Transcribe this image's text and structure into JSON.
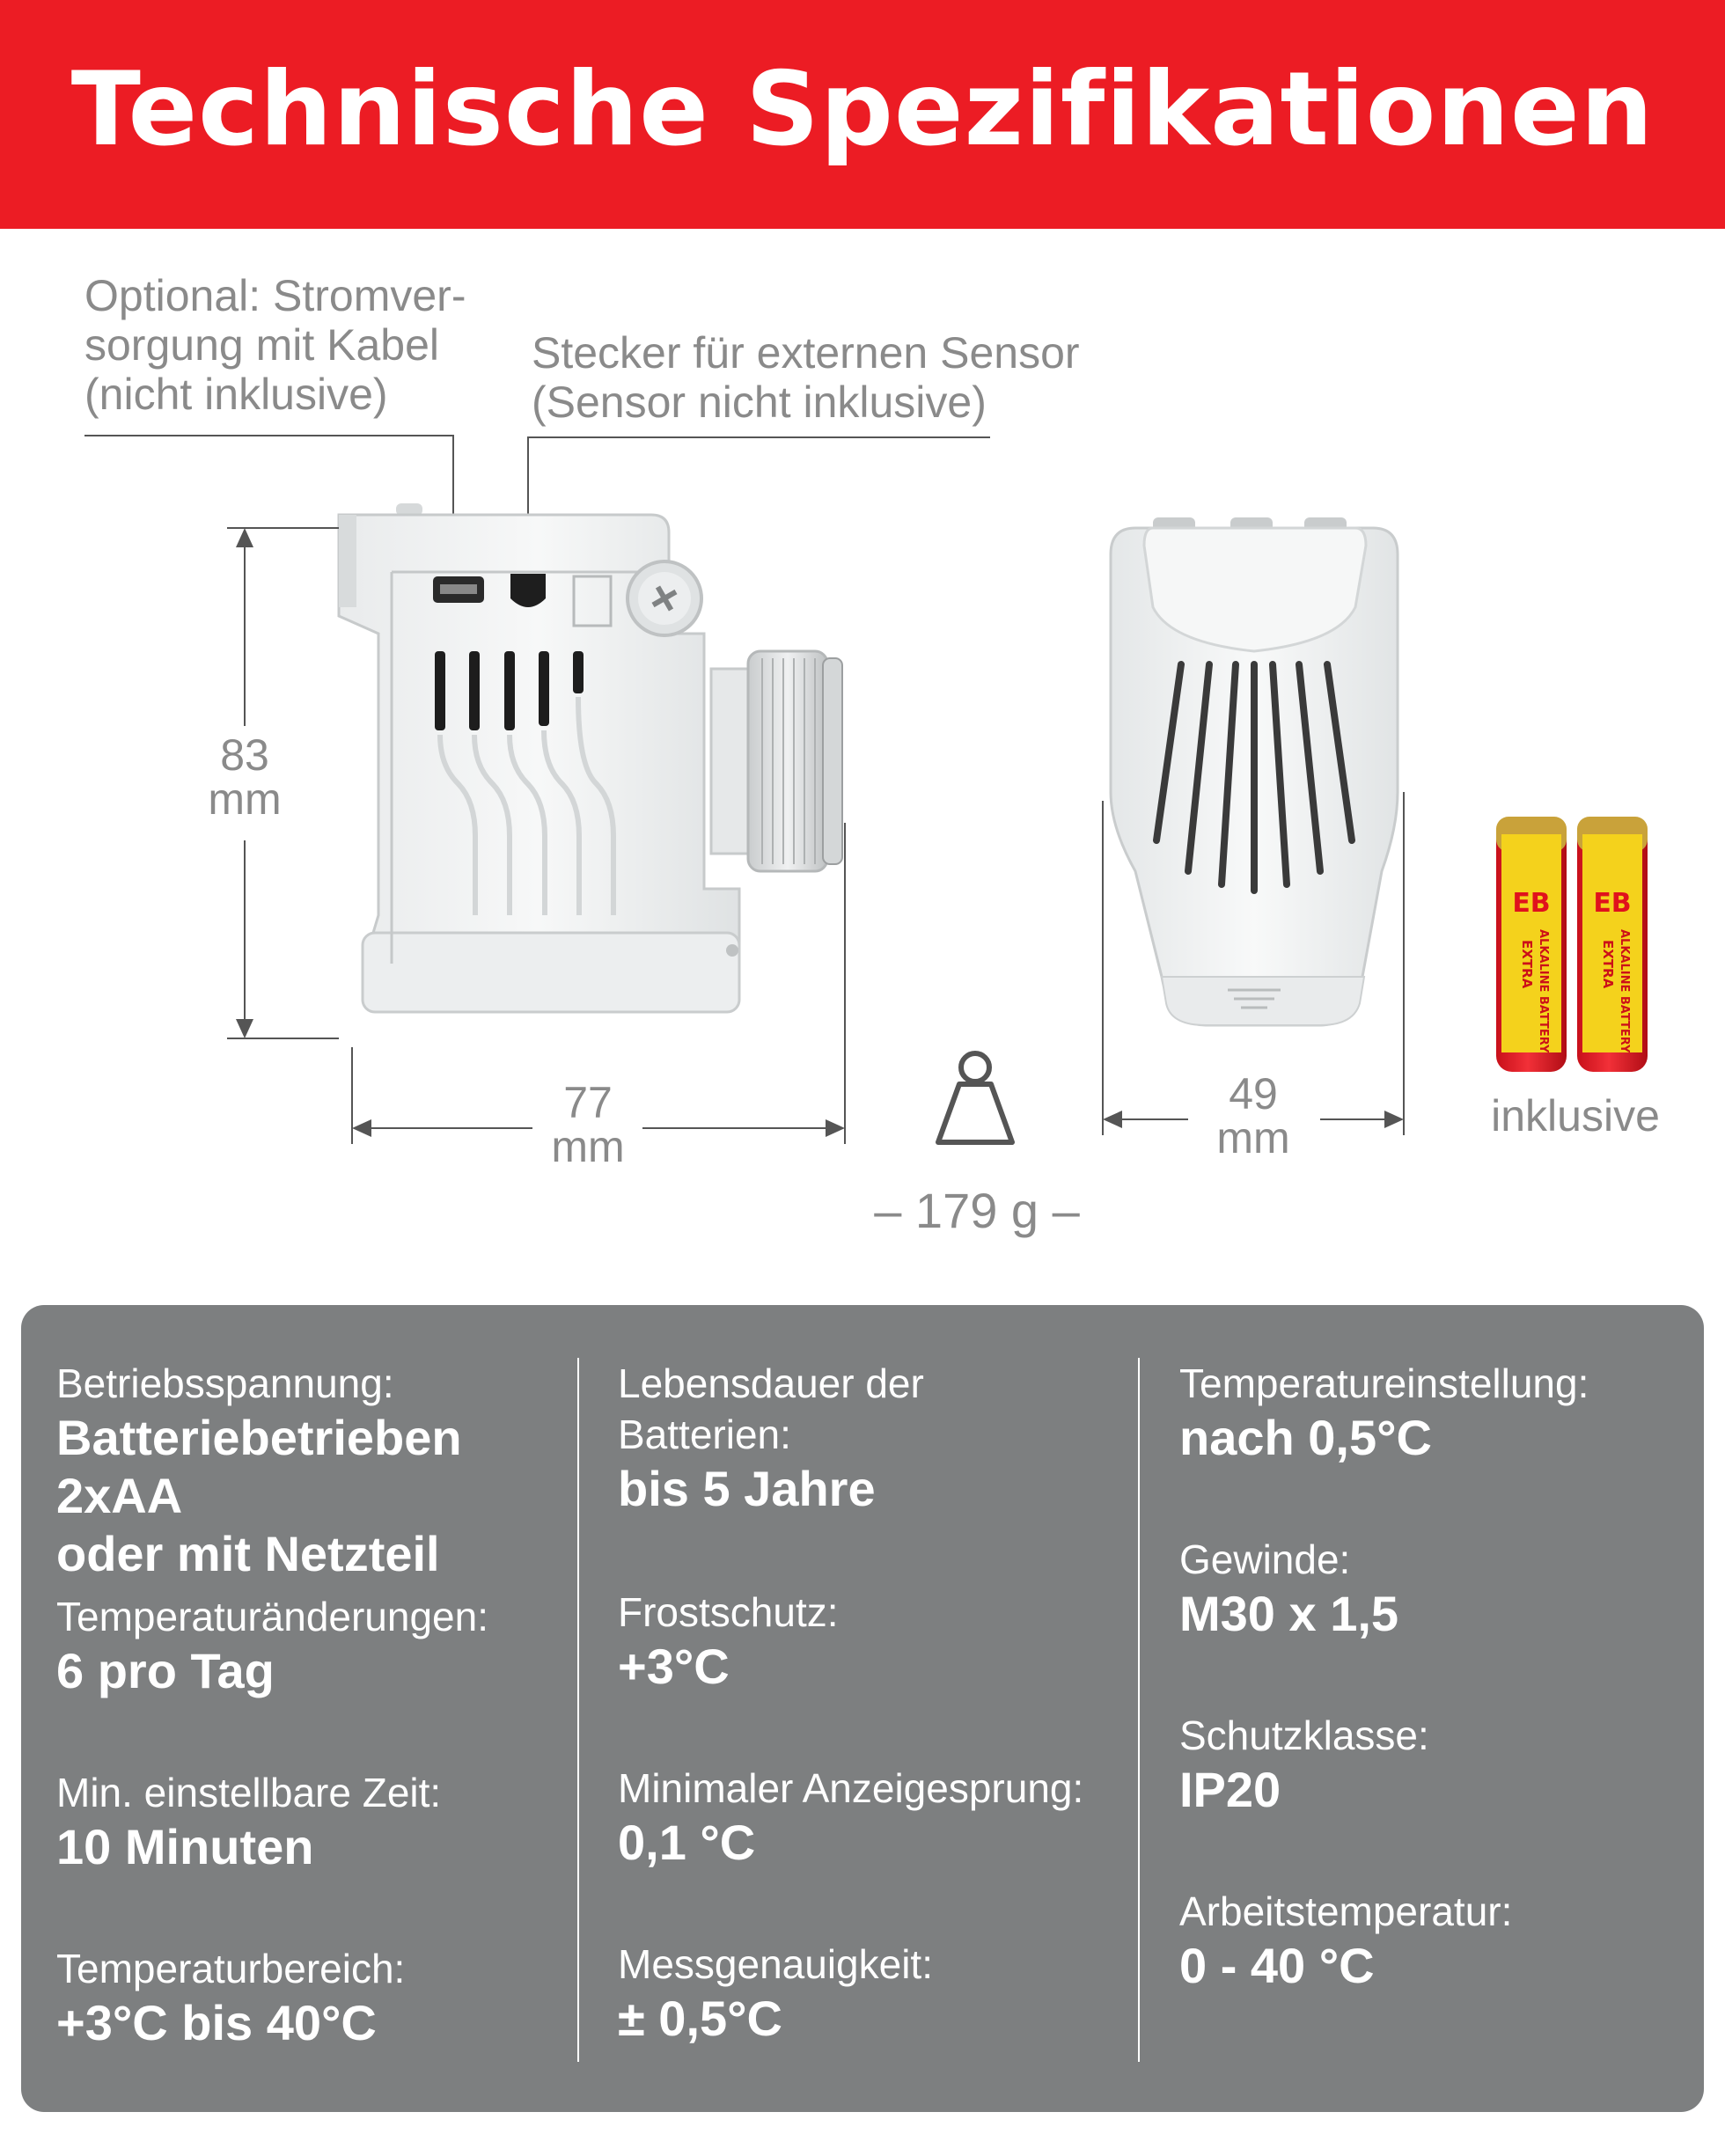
{
  "header": {
    "title": "Technische Spezifikationen"
  },
  "colors": {
    "brand_red": "#ec1c24",
    "panel_gray": "#7d7f80",
    "dimension_gray": "#8a8a8a"
  },
  "callouts": {
    "power": [
      "Optional: Stromver-",
      "sorgung mit Kabel",
      "(nicht inklusive)"
    ],
    "sensor": [
      "Stecker für externen Sensor",
      "(Sensor nicht inklusive)"
    ]
  },
  "dimensions": {
    "height": {
      "value": "83",
      "unit": "mm"
    },
    "depth": {
      "value": "77",
      "unit": "mm"
    },
    "width": {
      "value": "49",
      "unit": "mm"
    },
    "weight": "– 179 g –"
  },
  "batteries": {
    "label": "inklusive",
    "brand": "EB",
    "text": [
      "EXTRA",
      "ALKALINE BATTERY"
    ]
  },
  "icons": [
    "weight-icon",
    "usb-port-icon",
    "sensor-jack-icon"
  ],
  "specs": {
    "col1": [
      {
        "label": "Betriebsspannung:",
        "value": [
          "Batteriebetrieben 2xAA",
          "oder mit Netzteil"
        ]
      },
      {
        "label": "Temperaturänderungen:",
        "value": [
          "6 pro Tag"
        ]
      },
      {
        "label": "Min. einstellbare Zeit:",
        "value": [
          "10 Minuten"
        ]
      },
      {
        "label": "Temperaturbereich:",
        "value": [
          "+3°C bis 40°C"
        ]
      }
    ],
    "col2": [
      {
        "label": [
          "Lebensdauer der",
          "Batterien:"
        ],
        "value": [
          "bis 5 Jahre"
        ]
      },
      {
        "label": "Frostschutz:",
        "value": [
          "+3°C"
        ]
      },
      {
        "label": "Minimaler Anzeigesprung:",
        "value": [
          "0,1 °C"
        ]
      },
      {
        "label": "Messgenauigkeit:",
        "value": [
          "± 0,5°C"
        ]
      }
    ],
    "col3": [
      {
        "label": "Temperatureinstellung:",
        "value": [
          "nach 0,5°C"
        ]
      },
      {
        "label": "Gewinde:",
        "value": [
          "M30 x 1,5"
        ]
      },
      {
        "label": "Schutzklasse:",
        "value": [
          "IP20"
        ]
      },
      {
        "label": "Arbeitstemperatur:",
        "value": [
          "0 - 40 °C"
        ]
      }
    ]
  }
}
